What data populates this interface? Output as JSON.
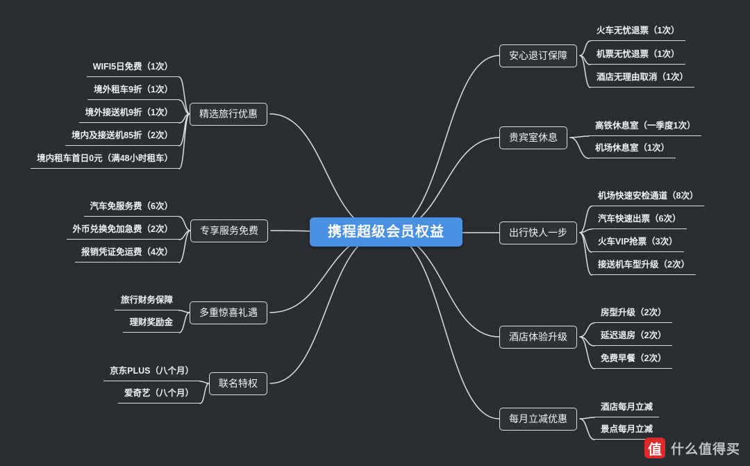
{
  "colors": {
    "background": "#2a2d32",
    "line": "#dce0e5",
    "root_bg": "#4a90e2",
    "root_text": "#ffffff",
    "watermark_red": "#dd2b2b"
  },
  "root": {
    "label": "携程超级会员权益"
  },
  "left_branches": [
    {
      "label": "精选旅行优惠",
      "children": [
        "WIFI5日免费（1次）",
        "境外租车9折（1次）",
        "境外接送机9折（1次）",
        "境内及接送机85折（2次）",
        "境内租车首日0元（满48小时租车）"
      ]
    },
    {
      "label": "专享服务免费",
      "children": [
        "汽车免服务费（6次）",
        "外币兑换免加急费（2次）",
        "报销凭证免运费（4次）"
      ]
    },
    {
      "label": "多重惊喜礼遇",
      "children": [
        "旅行财务保障",
        "理财奖励金"
      ]
    },
    {
      "label": "联名特权",
      "children": [
        "京东PLUS（八个月）",
        "爱奇艺（八个月）"
      ]
    }
  ],
  "right_branches": [
    {
      "label": "安心退订保障",
      "children": [
        "火车无忧退票（1次）",
        "机票无忧退票（1次）",
        "酒店无理由取消（1次）"
      ]
    },
    {
      "label": "贵宾室休息",
      "children": [
        "高铁休息室（一季度1次）",
        "机场休息室（1次）"
      ]
    },
    {
      "label": "出行快人一步",
      "children": [
        "机场快速安检通道（8次）",
        "汽车快速出票（6次）",
        "火车VIP抢票（3次）",
        "接送机车型升级（2次）"
      ]
    },
    {
      "label": "酒店体验升级",
      "children": [
        "房型升级（2次）",
        "延迟退房（2次）",
        "免费早餐（2次）"
      ]
    },
    {
      "label": "每月立减优惠",
      "children": [
        "酒店每月立减",
        "景点每月立减"
      ]
    }
  ],
  "watermark": {
    "logo_text": "值",
    "label": "什么值得买"
  }
}
